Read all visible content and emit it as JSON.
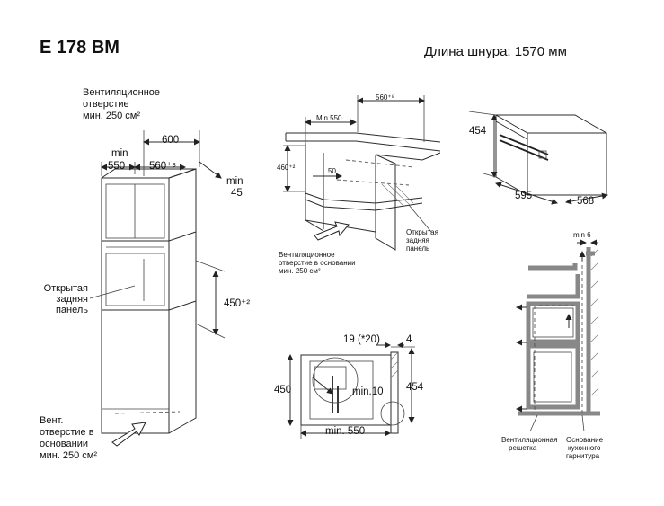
{
  "title": "E 178 BM",
  "cord_length": "Длина шнура: 1570 мм",
  "tall_cabinet": {
    "vent_top_line1": "Вентиляционное",
    "vent_top_line2": "отверстие",
    "vent_top_line3": "мин. 250 см²",
    "dim_600": "600",
    "dim_min_label": "min",
    "dim_550": "550",
    "dim_560": "560⁺⁸",
    "dim_min45_label": "min",
    "dim_45": "45",
    "open_back_line1": "Открытая",
    "open_back_line2": "задняя",
    "open_back_line3": "панель",
    "dim_450": "450⁺²",
    "vent_bottom_line1": "Вент.",
    "vent_bottom_line2": "отверстие в",
    "vent_bottom_line3": "основании",
    "vent_bottom_line4": "мин. 250 см²"
  },
  "under_counter": {
    "dim_560": "560⁺⁸",
    "dim_min550": "Min 550",
    "dim_460": "460⁺²",
    "dim_50": "50",
    "open_back_line1": "Открытая",
    "open_back_line2": "задняя",
    "open_back_line3": "панель",
    "vent_line1": "Вентиляционное",
    "vent_line2": "отверстие в основании",
    "vent_line3": "мин. 250 см²"
  },
  "appliance": {
    "dim_454": "454",
    "dim_595": "595",
    "dim_568": "568"
  },
  "side_section": {
    "dim_19": "19 (*20)",
    "dim_4": "4",
    "dim_450": "450",
    "dim_454": "454",
    "dim_min10": "min.10",
    "dim_min550": "min. 550"
  },
  "airflow": {
    "dim_min6": "min 6",
    "grille_line1": "Вентиляционная",
    "grille_line2": "решетка",
    "base_line1": "Основание",
    "base_line2": "кухонного",
    "base_line3": "гарнитура"
  }
}
